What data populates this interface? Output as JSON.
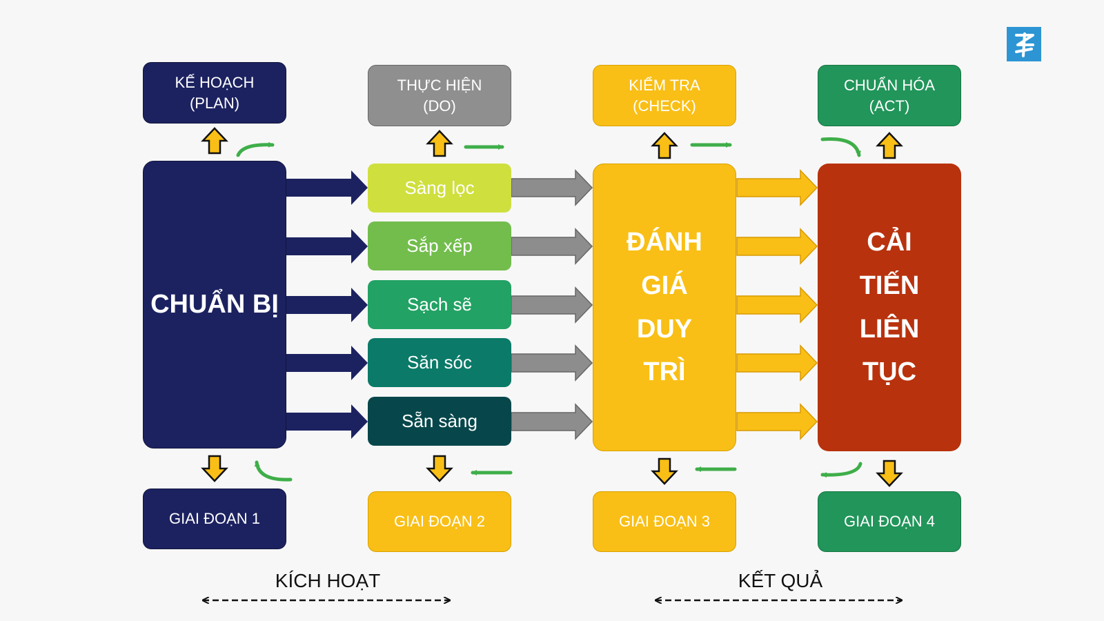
{
  "headers": {
    "plan": [
      "KẾ HOẠCH",
      "(PLAN)"
    ],
    "do": [
      "THỰC HIỆN",
      "(DO)"
    ],
    "check": [
      "KIỂM TRA",
      "(CHECK)"
    ],
    "act": [
      "CHUẨN HÓA",
      "(ACT)"
    ]
  },
  "main": {
    "prepare": "CHUẨN BỊ",
    "evaluate": [
      "ĐÁNH",
      "GIÁ",
      "DUY",
      "TRÌ"
    ],
    "improve": [
      "CẢI",
      "TIẾN",
      "LIÊN",
      "TỤC"
    ]
  },
  "steps": [
    "Sàng lọc",
    "Sắp xếp",
    "Sạch sẽ",
    "Săn sóc",
    "Sẵn sàng"
  ],
  "stages": [
    "GIAI ĐOẠN 1",
    "GIAI ĐOẠN 2",
    "GIAI ĐOẠN 3",
    "GIAI ĐOẠN 4"
  ],
  "bottom": {
    "activate": "KÍCH HOẠT",
    "result": "KẾT QUẢ"
  },
  "colors": {
    "navy": "#1c2260",
    "gray": "#8f8f8f",
    "yellow": "#f9bf16",
    "green": "#21955a",
    "red": "#b8320d",
    "step_colors": [
      "#cfdf3e",
      "#72bd4c",
      "#22a264",
      "#0b7a68",
      "#07474b"
    ]
  },
  "logo_icon": "brand-logo-icon"
}
